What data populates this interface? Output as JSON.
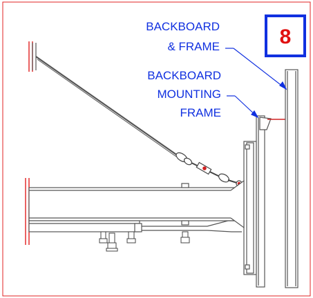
{
  "callouts": {
    "backboard_frame": [
      "BACKBOARD",
      "& FRAME"
    ],
    "mounting_frame": [
      "BACKBOARD",
      "MOUNTING",
      "FRAME"
    ]
  },
  "badge": {
    "number": "8"
  },
  "colors": {
    "line": "#555555",
    "text_blue": "#1030e0",
    "badge_border": "#1030e0",
    "badge_text": "#e01010",
    "border_red": "#e02020",
    "break_red": "#e02020"
  }
}
